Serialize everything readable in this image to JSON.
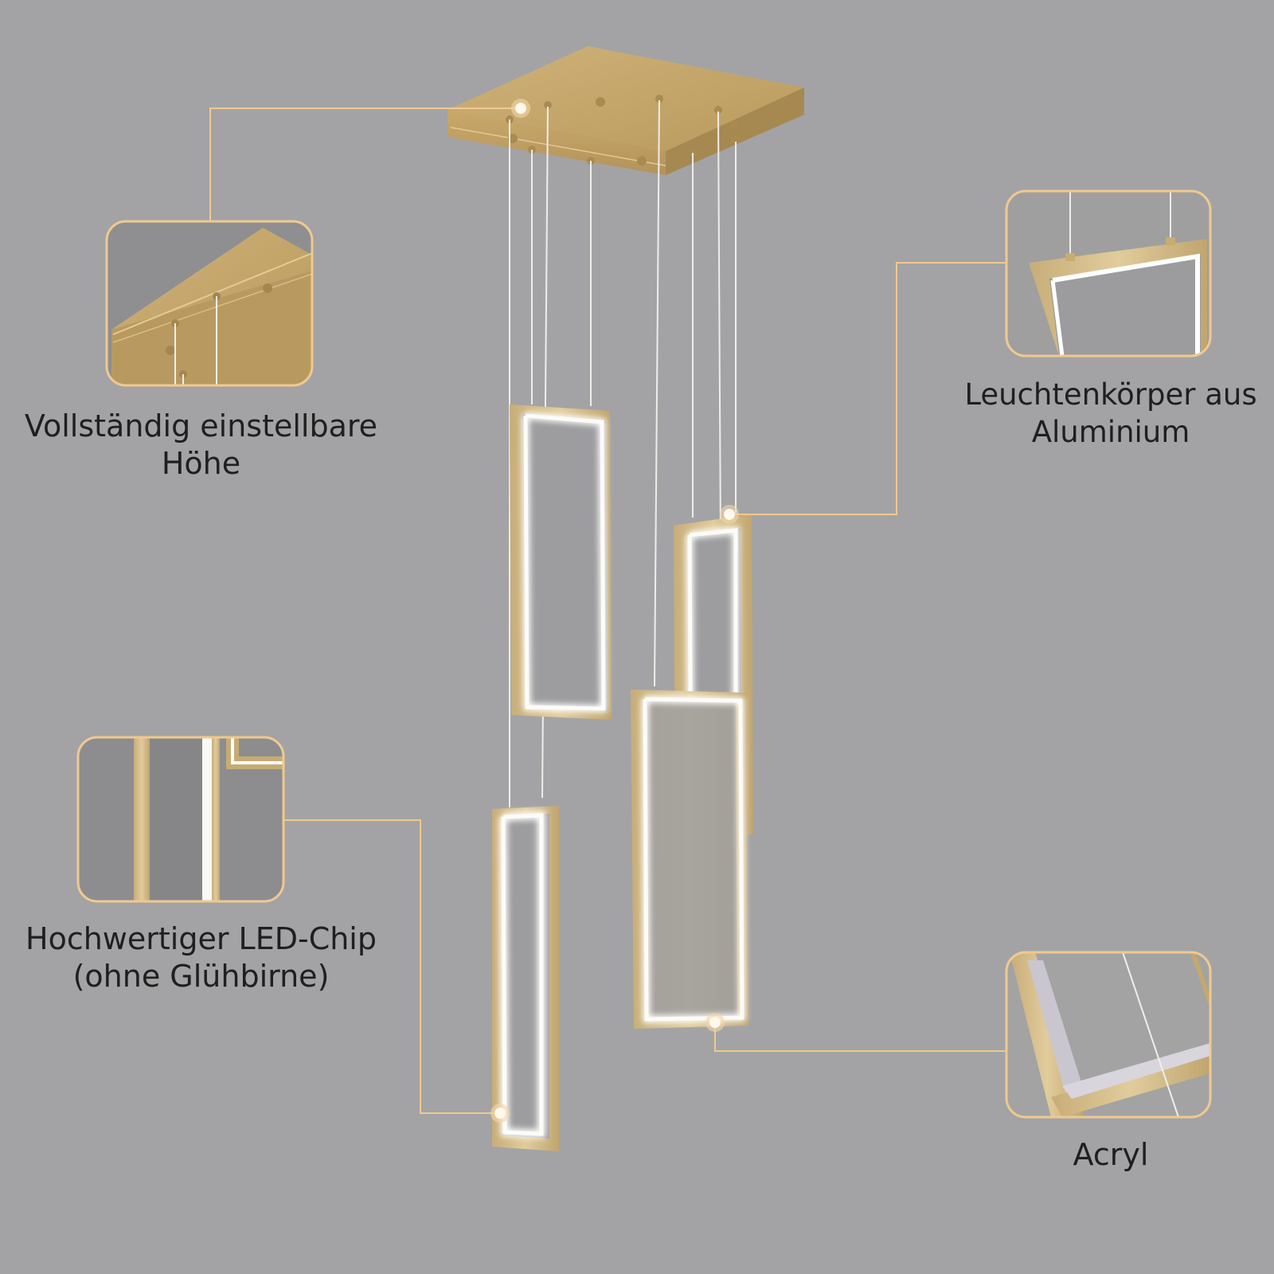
{
  "callouts": {
    "height": {
      "line1": "Vollständig einstellbare",
      "line2": "Höhe"
    },
    "aluminium": {
      "line1": "Leuchtenkörper aus",
      "line2": "Aluminium"
    },
    "led": {
      "line1": "Hochwertiger LED-Chip",
      "line2": "(ohne Glühbirne)"
    },
    "acrylic": {
      "line1": "Acryl"
    }
  },
  "colors": {
    "background": "#a3a3a5",
    "gold": "#cbb17a",
    "gold_dark": "#b4975b",
    "accent_line": "#f0c98f",
    "led_glow": "#fbfbf8",
    "text": "#1f1f1f"
  }
}
